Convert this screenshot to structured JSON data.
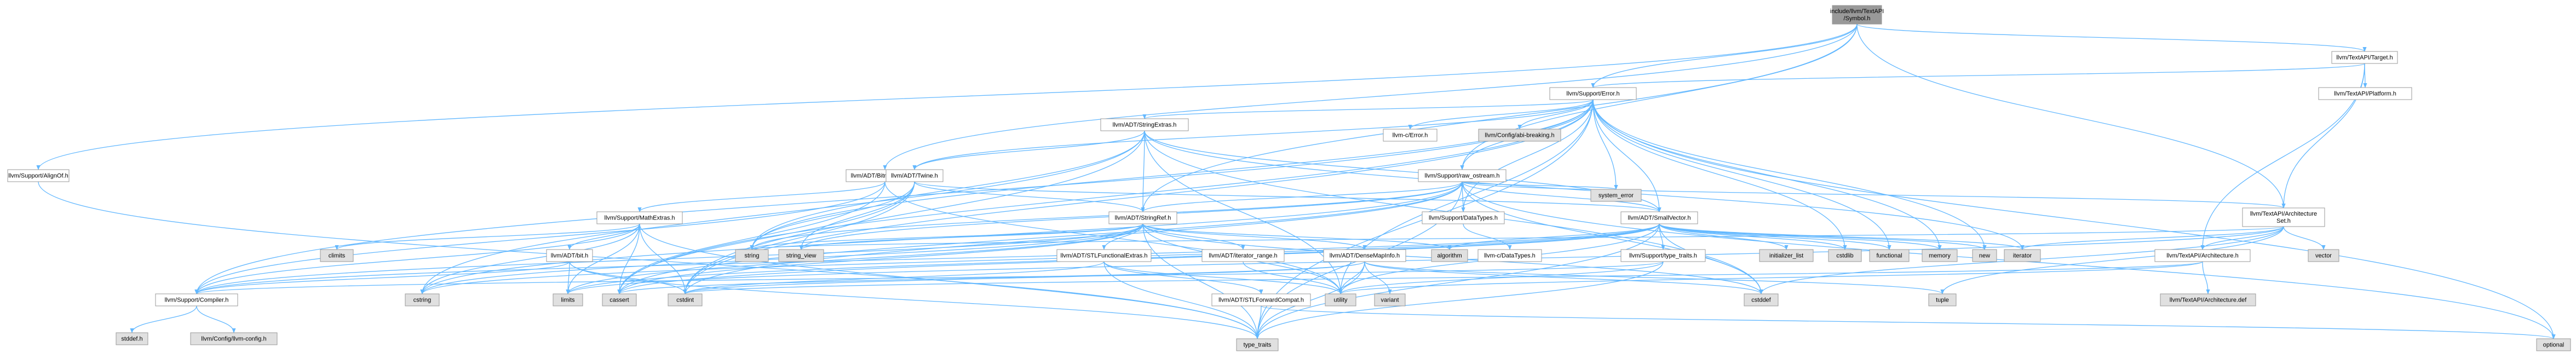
{
  "colors": {
    "edge": "#63b8ff",
    "node_border_default": "#999999",
    "node_fill_default": "#ffffff",
    "node_fill_external": "#e0e0e0",
    "node_fill_root": "#999999",
    "node_border_incomplete": "#ff0000",
    "node_text_incomplete": "#9a0000"
  },
  "nodes": [
    {
      "id": "root",
      "lines": [
        "include/llvm/TextAPI",
        "/Symbol.h"
      ],
      "kind": "root"
    },
    {
      "id": "target",
      "lines": [
        "llvm/TextAPI/Target.h"
      ],
      "kind": "normal"
    },
    {
      "id": "platform",
      "lines": [
        "llvm/TextAPI/Platform.h"
      ],
      "kind": "incomplete"
    },
    {
      "id": "error",
      "lines": [
        "llvm/Support/Error.h"
      ],
      "kind": "incomplete"
    },
    {
      "id": "alignof",
      "lines": [
        "llvm/Support/AlignOf.h"
      ],
      "kind": "normal"
    },
    {
      "id": "bitmaskenum",
      "lines": [
        "llvm/ADT/BitmaskEnum.h"
      ],
      "kind": "normal"
    },
    {
      "id": "stringextras",
      "lines": [
        "llvm/ADT/StringExtras.h"
      ],
      "kind": "incomplete"
    },
    {
      "id": "cerror",
      "lines": [
        "llvm-c/Error.h"
      ],
      "kind": "incomplete"
    },
    {
      "id": "abibreaking",
      "lines": [
        "llvm/Config/abi-breaking.h"
      ],
      "kind": "external"
    },
    {
      "id": "twine",
      "lines": [
        "llvm/ADT/Twine.h"
      ],
      "kind": "incomplete"
    },
    {
      "id": "rawostream",
      "lines": [
        "llvm/Support/raw_ostream.h"
      ],
      "kind": "normal"
    },
    {
      "id": "tapiarchset",
      "lines": [
        "llvm/TextAPI/Architecture",
        "Set.h"
      ],
      "kind": "normal"
    },
    {
      "id": "mathextras",
      "lines": [
        "llvm/Support/MathExtras.h"
      ],
      "kind": "normal"
    },
    {
      "id": "stringref",
      "lines": [
        "llvm/ADT/StringRef.h"
      ],
      "kind": "normal"
    },
    {
      "id": "datatypes",
      "lines": [
        "llvm/Support/DataTypes.h"
      ],
      "kind": "normal"
    },
    {
      "id": "smallvector",
      "lines": [
        "llvm/ADT/SmallVector.h"
      ],
      "kind": "normal"
    },
    {
      "id": "systemerror",
      "lines": [
        "system_error"
      ],
      "kind": "external"
    },
    {
      "id": "climits",
      "lines": [
        "climits"
      ],
      "kind": "external"
    },
    {
      "id": "adtbit",
      "lines": [
        "llvm/ADT/bit.h"
      ],
      "kind": "normal"
    },
    {
      "id": "string",
      "lines": [
        "string"
      ],
      "kind": "external"
    },
    {
      "id": "stringview",
      "lines": [
        "string_view"
      ],
      "kind": "external"
    },
    {
      "id": "stlfunctional",
      "lines": [
        "llvm/ADT/STLFunctionalExtras.h"
      ],
      "kind": "normal"
    },
    {
      "id": "iteratorrange",
      "lines": [
        "llvm/ADT/iterator_range.h"
      ],
      "kind": "normal"
    },
    {
      "id": "densemapinfo",
      "lines": [
        "llvm/ADT/DenseMapInfo.h"
      ],
      "kind": "normal"
    },
    {
      "id": "algorithm",
      "lines": [
        "algorithm"
      ],
      "kind": "external"
    },
    {
      "id": "cdatatypes",
      "lines": [
        "llvm-c/DataTypes.h"
      ],
      "kind": "incomplete"
    },
    {
      "id": "typetraitsh",
      "lines": [
        "llvm/Support/type_traits.h"
      ],
      "kind": "normal"
    },
    {
      "id": "initlist",
      "lines": [
        "initializer_list"
      ],
      "kind": "external"
    },
    {
      "id": "cstdlib",
      "lines": [
        "cstdlib"
      ],
      "kind": "external"
    },
    {
      "id": "functional",
      "lines": [
        "functional"
      ],
      "kind": "external"
    },
    {
      "id": "memory",
      "lines": [
        "memory"
      ],
      "kind": "external"
    },
    {
      "id": "new",
      "lines": [
        "new"
      ],
      "kind": "external"
    },
    {
      "id": "iterator",
      "lines": [
        "iterator"
      ],
      "kind": "external"
    },
    {
      "id": "tapiarch",
      "lines": [
        "llvm/TextAPI/Architecture.h"
      ],
      "kind": "normal"
    },
    {
      "id": "vector",
      "lines": [
        "vector"
      ],
      "kind": "external"
    },
    {
      "id": "compiler",
      "lines": [
        "llvm/Support/Compiler.h"
      ],
      "kind": "normal"
    },
    {
      "id": "cstring",
      "lines": [
        "cstring"
      ],
      "kind": "external"
    },
    {
      "id": "limits",
      "lines": [
        "limits"
      ],
      "kind": "external"
    },
    {
      "id": "cassert",
      "lines": [
        "cassert"
      ],
      "kind": "external"
    },
    {
      "id": "cstdint",
      "lines": [
        "cstdint"
      ],
      "kind": "external"
    },
    {
      "id": "stlforward",
      "lines": [
        "llvm/ADT/STLForwardCompat.h"
      ],
      "kind": "normal"
    },
    {
      "id": "utility",
      "lines": [
        "utility"
      ],
      "kind": "external"
    },
    {
      "id": "variant",
      "lines": [
        "variant"
      ],
      "kind": "external"
    },
    {
      "id": "cstddef",
      "lines": [
        "cstddef"
      ],
      "kind": "external"
    },
    {
      "id": "tuple",
      "lines": [
        "tuple"
      ],
      "kind": "external"
    },
    {
      "id": "tapiarchdef",
      "lines": [
        "llvm/TextAPI/Architecture.def"
      ],
      "kind": "external"
    },
    {
      "id": "optional",
      "lines": [
        "optional"
      ],
      "kind": "external"
    },
    {
      "id": "stddef",
      "lines": [
        "stddef.h"
      ],
      "kind": "external"
    },
    {
      "id": "llvmconfig",
      "lines": [
        "llvm/Config/llvm-config.h"
      ],
      "kind": "external"
    },
    {
      "id": "typetraits",
      "lines": [
        "type_traits"
      ],
      "kind": "external"
    }
  ],
  "edges": [
    [
      "root",
      "target"
    ],
    [
      "root",
      "error"
    ],
    [
      "root",
      "alignof"
    ],
    [
      "root",
      "bitmaskenum"
    ],
    [
      "root",
      "rawostream"
    ],
    [
      "root",
      "tapiarchset"
    ],
    [
      "root",
      "stringref"
    ],
    [
      "target",
      "platform"
    ],
    [
      "target",
      "error"
    ],
    [
      "target",
      "tapiarch"
    ],
    [
      "target",
      "tapiarchset"
    ],
    [
      "error",
      "abibreaking"
    ],
    [
      "error",
      "cerror"
    ],
    [
      "error",
      "stringextras"
    ],
    [
      "error",
      "twine"
    ],
    [
      "error",
      "rawostream"
    ],
    [
      "error",
      "compiler"
    ],
    [
      "error",
      "datatypes"
    ],
    [
      "error",
      "smallvector"
    ],
    [
      "error",
      "systemerror"
    ],
    [
      "error",
      "cassert"
    ],
    [
      "error",
      "cstdint"
    ],
    [
      "error",
      "cstdlib"
    ],
    [
      "error",
      "functional"
    ],
    [
      "error",
      "memory"
    ],
    [
      "error",
      "new"
    ],
    [
      "error",
      "optional"
    ],
    [
      "error",
      "string"
    ],
    [
      "error",
      "utility"
    ],
    [
      "error",
      "typetraits"
    ],
    [
      "alignof",
      "typetraits"
    ],
    [
      "bitmaskenum",
      "mathextras"
    ],
    [
      "bitmaskenum",
      "compiler"
    ],
    [
      "bitmaskenum",
      "cassert"
    ],
    [
      "bitmaskenum",
      "utility"
    ],
    [
      "stringextras",
      "twine"
    ],
    [
      "stringextras",
      "stringref"
    ],
    [
      "stringextras",
      "smallvector"
    ],
    [
      "stringextras",
      "string"
    ],
    [
      "stringextras",
      "cstring"
    ],
    [
      "stringextras",
      "iterator"
    ],
    [
      "stringextras",
      "utility"
    ],
    [
      "stringextras",
      "cstddef"
    ],
    [
      "stringextras",
      "cstdint"
    ],
    [
      "twine",
      "stringref"
    ],
    [
      "twine",
      "smallvector"
    ],
    [
      "twine",
      "cassert"
    ],
    [
      "twine",
      "cstdint"
    ],
    [
      "twine",
      "string"
    ],
    [
      "twine",
      "stringview"
    ],
    [
      "rawostream",
      "stringref"
    ],
    [
      "rawostream",
      "datatypes"
    ],
    [
      "rawostream",
      "smallvector"
    ],
    [
      "rawostream",
      "cassert"
    ],
    [
      "rawostream",
      "cstddef"
    ],
    [
      "rawostream",
      "cstdint"
    ],
    [
      "rawostream",
      "cstring"
    ],
    [
      "rawostream",
      "optional"
    ],
    [
      "rawostream",
      "string"
    ],
    [
      "rawostream",
      "stringview"
    ],
    [
      "rawostream",
      "systemerror"
    ],
    [
      "rawostream",
      "typetraits"
    ],
    [
      "tapiarchset",
      "tapiarch"
    ],
    [
      "tapiarchset",
      "rawostream"
    ],
    [
      "tapiarchset",
      "cstddef"
    ],
    [
      "tapiarchset",
      "iterator"
    ],
    [
      "tapiarchset",
      "limits"
    ],
    [
      "tapiarchset",
      "string"
    ],
    [
      "tapiarchset",
      "tuple"
    ],
    [
      "tapiarchset",
      "vector"
    ],
    [
      "mathextras",
      "adtbit"
    ],
    [
      "mathextras",
      "compiler"
    ],
    [
      "mathextras",
      "cassert"
    ],
    [
      "mathextras",
      "climits"
    ],
    [
      "mathextras",
      "cstdint"
    ],
    [
      "mathextras",
      "cstring"
    ],
    [
      "mathextras",
      "limits"
    ],
    [
      "mathextras",
      "typetraits"
    ],
    [
      "stringref",
      "stlfunctional"
    ],
    [
      "stringref",
      "iteratorrange"
    ],
    [
      "stringref",
      "densemapinfo"
    ],
    [
      "stringref",
      "compiler"
    ],
    [
      "stringref",
      "algorithm"
    ],
    [
      "stringref",
      "cassert"
    ],
    [
      "stringref",
      "cstddef"
    ],
    [
      "stringref",
      "cstring"
    ],
    [
      "stringref",
      "limits"
    ],
    [
      "stringref",
      "string"
    ],
    [
      "stringref",
      "stringview"
    ],
    [
      "stringref",
      "typetraits"
    ],
    [
      "stringref",
      "utility"
    ],
    [
      "datatypes",
      "cdatatypes"
    ],
    [
      "smallvector",
      "compiler"
    ],
    [
      "smallvector",
      "typetraitsh"
    ],
    [
      "smallvector",
      "algorithm"
    ],
    [
      "smallvector",
      "cassert"
    ],
    [
      "smallvector",
      "cstddef"
    ],
    [
      "smallvector",
      "cstdlib"
    ],
    [
      "smallvector",
      "cstring"
    ],
    [
      "smallvector",
      "functional"
    ],
    [
      "smallvector",
      "initlist"
    ],
    [
      "smallvector",
      "iterator"
    ],
    [
      "smallvector",
      "limits"
    ],
    [
      "smallvector",
      "memory"
    ],
    [
      "smallvector",
      "new"
    ],
    [
      "smallvector",
      "typetraits"
    ],
    [
      "smallvector",
      "utility"
    ],
    [
      "adtbit",
      "compiler"
    ],
    [
      "adtbit",
      "cstdint"
    ],
    [
      "adtbit",
      "limits"
    ],
    [
      "adtbit",
      "typetraits"
    ],
    [
      "stlfunctional",
      "stlforward"
    ],
    [
      "stlfunctional",
      "cstdint"
    ],
    [
      "stlfunctional",
      "typetraits"
    ],
    [
      "stlfunctional",
      "utility"
    ],
    [
      "iteratorrange",
      "utility"
    ],
    [
      "densemapinfo",
      "cassert"
    ],
    [
      "densemapinfo",
      "cstddef"
    ],
    [
      "densemapinfo",
      "cstdint"
    ],
    [
      "densemapinfo",
      "tuple"
    ],
    [
      "densemapinfo",
      "typetraits"
    ],
    [
      "densemapinfo",
      "utility"
    ],
    [
      "densemapinfo",
      "variant"
    ],
    [
      "typetraitsh",
      "compiler"
    ],
    [
      "typetraitsh",
      "typetraits"
    ],
    [
      "typetraitsh",
      "utility"
    ],
    [
      "tapiarch",
      "tapiarchdef"
    ],
    [
      "tapiarch",
      "cstdint"
    ],
    [
      "tapiarch",
      "utility"
    ],
    [
      "compiler",
      "stddef"
    ],
    [
      "compiler",
      "llvmconfig"
    ],
    [
      "stlforward",
      "optional"
    ],
    [
      "stlforward",
      "typetraits"
    ]
  ]
}
